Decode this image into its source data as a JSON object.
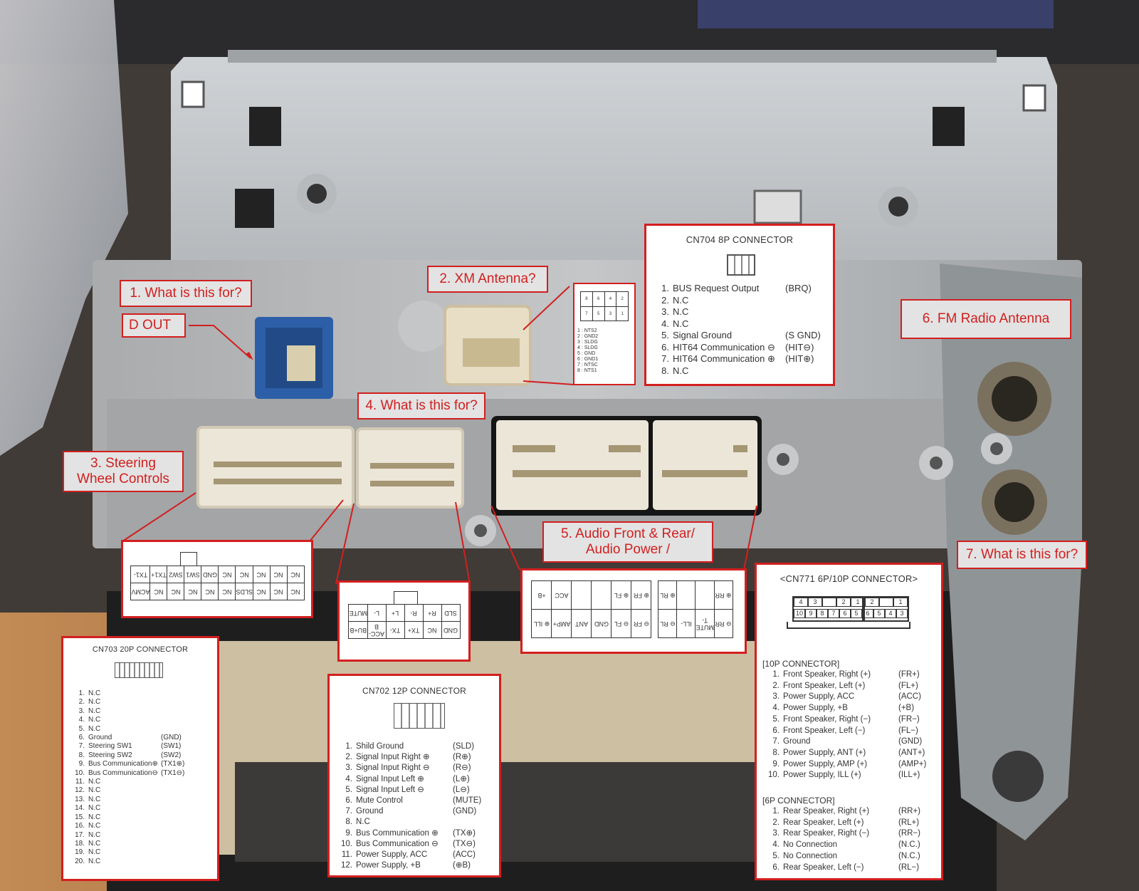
{
  "callouts": {
    "c1": "1. What is this for?",
    "dout": "D OUT",
    "c2": "2. XM Antenna?",
    "c3": "3. Steering\nWheel Controls",
    "c4": "4. What is this for?",
    "c5": "5. Audio Front & Rear/\nAudio Power /",
    "c6": "6. FM Radio Antenna",
    "c7": "7. What is this for?"
  },
  "cn704": {
    "title": "CN704  8P CONNECTOR",
    "pins": [
      {
        "n": "1.",
        "desc": "BUS Request Output",
        "sig": "(BRQ)"
      },
      {
        "n": "2.",
        "desc": "N.C",
        "sig": ""
      },
      {
        "n": "3.",
        "desc": "N.C",
        "sig": ""
      },
      {
        "n": "4.",
        "desc": "N.C",
        "sig": ""
      },
      {
        "n": "5.",
        "desc": "Signal Ground",
        "sig": "(S GND)"
      },
      {
        "n": "6.",
        "desc": "HIT64 Communication ⊖",
        "sig": "(HIT⊖)"
      },
      {
        "n": "7.",
        "desc": "HIT64 Communication ⊕",
        "sig": "(HIT⊕)"
      },
      {
        "n": "8.",
        "desc": "N.C",
        "sig": ""
      }
    ]
  },
  "xm_pinout": {
    "top": [
      "8",
      "6",
      "4",
      "2"
    ],
    "bottom": [
      "7",
      "5",
      "3",
      "1"
    ],
    "legend": [
      "1 : NTS2",
      "2 : GND2",
      "3 : SLDG",
      "4 : SLDG",
      "5 : GND",
      "6 : GND1",
      "7 : NTSC",
      "8 : NTS1"
    ]
  },
  "cn703": {
    "title": "CN703  20P CONNECTOR",
    "pins": [
      {
        "n": "1.",
        "desc": "N.C",
        "sig": ""
      },
      {
        "n": "2.",
        "desc": "N.C",
        "sig": ""
      },
      {
        "n": "3.",
        "desc": "N.C",
        "sig": ""
      },
      {
        "n": "4.",
        "desc": "N.C",
        "sig": ""
      },
      {
        "n": "5.",
        "desc": "N.C",
        "sig": ""
      },
      {
        "n": "6.",
        "desc": "Ground",
        "sig": "(GND)"
      },
      {
        "n": "7.",
        "desc": "Steering SW1",
        "sig": "(SW1)"
      },
      {
        "n": "8.",
        "desc": "Steering SW2",
        "sig": "(SW2)"
      },
      {
        "n": "9.",
        "desc": "Bus Communication⊕",
        "sig": "(TX1⊕)"
      },
      {
        "n": "10.",
        "desc": "Bus Communication⊖",
        "sig": "(TX1⊖)"
      },
      {
        "n": "11.",
        "desc": "N.C",
        "sig": ""
      },
      {
        "n": "12.",
        "desc": "N.C",
        "sig": ""
      },
      {
        "n": "13.",
        "desc": "N.C",
        "sig": ""
      },
      {
        "n": "14.",
        "desc": "N.C",
        "sig": ""
      },
      {
        "n": "15.",
        "desc": "N.C",
        "sig": ""
      },
      {
        "n": "16.",
        "desc": "N.C",
        "sig": ""
      },
      {
        "n": "17.",
        "desc": "N.C",
        "sig": ""
      },
      {
        "n": "18.",
        "desc": "N.C",
        "sig": ""
      },
      {
        "n": "19.",
        "desc": "N.C",
        "sig": ""
      },
      {
        "n": "20.",
        "desc": "N.C",
        "sig": ""
      }
    ]
  },
  "grid20": {
    "row1": [
      "TX1-",
      "TX1+",
      "SW2",
      "SW1",
      "GND",
      "NC",
      "NC",
      "NC",
      "NC",
      "NC"
    ],
    "row2": [
      "ACMV",
      "NC",
      "NC",
      "NC",
      "NC",
      "NC",
      "SLDS",
      "NC",
      "NC",
      "NC"
    ]
  },
  "cn702": {
    "title": "CN702  12P CONNECTOR",
    "pins": [
      {
        "n": "1.",
        "desc": "Shild Ground",
        "sig": "(SLD)"
      },
      {
        "n": "2.",
        "desc": "Signal Input Right ⊕",
        "sig": "(R⊕)"
      },
      {
        "n": "3.",
        "desc": "Signal Input Right ⊖",
        "sig": "(R⊖)"
      },
      {
        "n": "4.",
        "desc": "Signal Input Left ⊕",
        "sig": "(L⊕)"
      },
      {
        "n": "5.",
        "desc": "Signal Input Left ⊖",
        "sig": "(L⊖)"
      },
      {
        "n": "6.",
        "desc": "Mute Control",
        "sig": "(MUTE)"
      },
      {
        "n": "7.",
        "desc": "Ground",
        "sig": "(GND)"
      },
      {
        "n": "8.",
        "desc": "N.C",
        "sig": ""
      },
      {
        "n": "9.",
        "desc": "Bus Communication ⊕",
        "sig": "(TX⊕)"
      },
      {
        "n": "10.",
        "desc": "Bus Communication ⊖",
        "sig": "(TX⊖)"
      },
      {
        "n": "11.",
        "desc": "Power Supply, ACC",
        "sig": "(ACC)"
      },
      {
        "n": "12.",
        "desc": "Power Supply, +B",
        "sig": "(⊕B)"
      }
    ]
  },
  "grid12": {
    "row1": [
      "MUTE",
      "L-",
      "L+",
      "R-",
      "R+",
      "SLD"
    ],
    "row2": [
      "BU+B",
      "ACC-B",
      "TX-",
      "TX+",
      "NC",
      "GND"
    ]
  },
  "grid_audio": {
    "r1a": [
      "+B",
      "ACC",
      "",
      "",
      "⊕ FL",
      "⊕ FR"
    ],
    "r1b": [
      "⊕ RL",
      "",
      "",
      "⊕ RR"
    ],
    "r2a": [
      "⊕ ILL",
      "AMP+",
      "ANT",
      "GND",
      "⊖ FL",
      "⊖ FR"
    ],
    "r2b": [
      "⊖ RL",
      "ILL-",
      "MUTE T-",
      "⊖ RR"
    ]
  },
  "cn771": {
    "title": "<CN771  6P/10P CONNECTOR>",
    "sec10": "[10P CONNECTOR]",
    "pins10": [
      {
        "n": "1.",
        "desc": "Front Speaker, Right (+)",
        "sig": "(FR+)"
      },
      {
        "n": "2.",
        "desc": "Front Speaker, Left (+)",
        "sig": "(FL+)"
      },
      {
        "n": "3.",
        "desc": "Power Supply, ACC",
        "sig": "(ACC)"
      },
      {
        "n": "4.",
        "desc": "Power Supply, +B",
        "sig": "(+B)"
      },
      {
        "n": "5.",
        "desc": "Front Speaker, Right (−)",
        "sig": "(FR−)"
      },
      {
        "n": "6.",
        "desc": "Front Speaker, Left (−)",
        "sig": "(FL−)"
      },
      {
        "n": "7.",
        "desc": "Ground",
        "sig": "(GND)"
      },
      {
        "n": "8.",
        "desc": "Power Supply, ANT (+)",
        "sig": "(ANT+)"
      },
      {
        "n": "9.",
        "desc": "Power Supply, AMP (+)",
        "sig": "(AMP+)"
      },
      {
        "n": "10.",
        "desc": "Power Supply, ILL (+)",
        "sig": "(ILL+)"
      }
    ],
    "sec6": "[6P CONNECTOR]",
    "pins6": [
      {
        "n": "1.",
        "desc": "Rear Speaker, Right (+)",
        "sig": "(RR+)"
      },
      {
        "n": "2.",
        "desc": "Rear Speaker, Left (+)",
        "sig": "(RL+)"
      },
      {
        "n": "3.",
        "desc": "Rear Speaker, Right (−)",
        "sig": "(RR−)"
      },
      {
        "n": "4.",
        "desc": "No Connection",
        "sig": "(N.C.)"
      },
      {
        "n": "5.",
        "desc": "No Connection",
        "sig": "(N.C.)"
      },
      {
        "n": "6.",
        "desc": "Rear Speaker, Left (−)",
        "sig": "(RL−)"
      }
    ],
    "diagram_top": [
      "4",
      "3",
      "",
      "2",
      "1",
      "2",
      "",
      "1"
    ],
    "diagram_bottom": [
      "10",
      "9",
      "8",
      "7",
      "6",
      "5",
      "6",
      "5",
      "4",
      "3"
    ]
  }
}
